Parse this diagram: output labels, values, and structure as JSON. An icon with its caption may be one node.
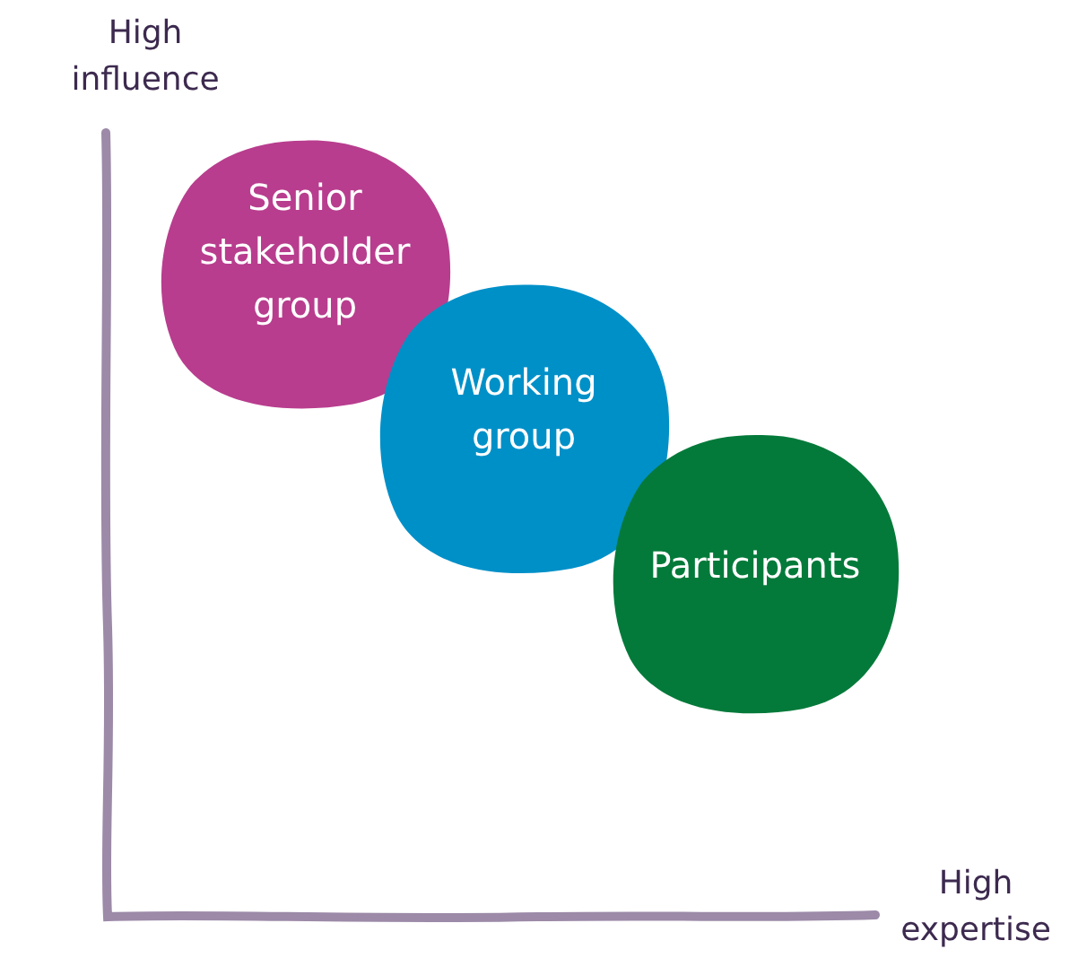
{
  "diagram": {
    "nodes": [
      {
        "text": [
          "Senior stakeholder group"
        ]
      },
      {
        "text": [
          "Working group"
        ]
      },
      {
        "text": [
          "Participants"
        ]
      }
    ],
    "labels": [
      "High influence",
      "High expertise"
    ]
  }
}
